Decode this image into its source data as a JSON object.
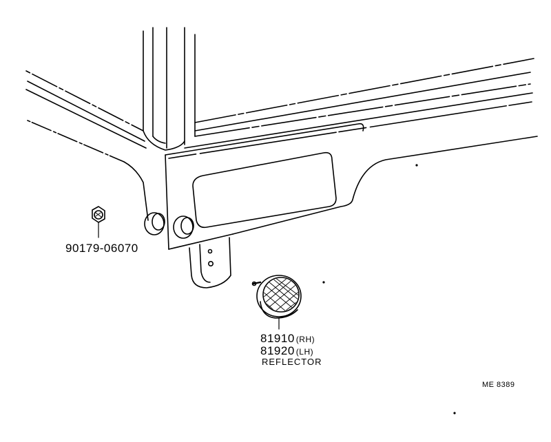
{
  "labels": {
    "nut_part": "90179-06070",
    "reflector_rh_part": "81910",
    "reflector_rh_side": "(RH)",
    "reflector_lh_part": "81920",
    "reflector_lh_side": "(LH)",
    "reflector_name": "REFLECTOR",
    "diagram_code": "ME 8389"
  }
}
